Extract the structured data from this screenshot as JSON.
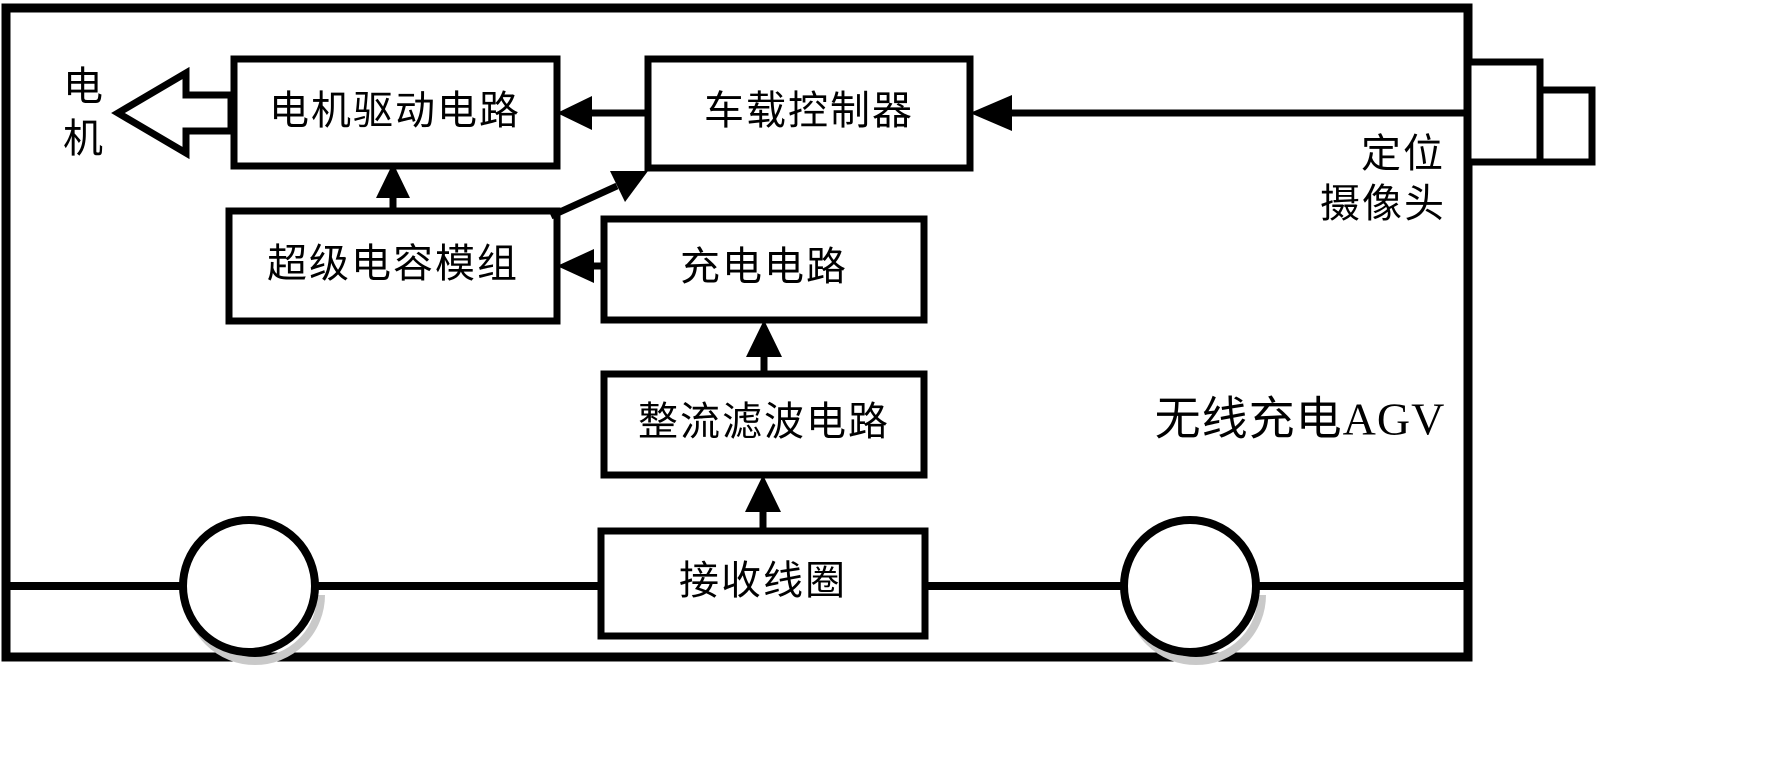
{
  "diagram": {
    "title": "无线充电AGV",
    "vehicle_label": "无线充电AGV",
    "blocks": [
      {
        "id": "motor-drive-circuit",
        "label": "电机驱动电路"
      },
      {
        "id": "onboard-controller",
        "label": "车载控制器"
      },
      {
        "id": "supercapacitor-module",
        "label": "超级电容模组"
      },
      {
        "id": "charging-circuit",
        "label": "充电电路"
      },
      {
        "id": "rectifier-filter-circuit",
        "label": "整流滤波电路"
      },
      {
        "id": "receiving-coil",
        "label": "接收线圈"
      }
    ],
    "external_labels": {
      "motor": "电机",
      "motor_line1": "电",
      "motor_line2": "机",
      "camera": "定位摄像头",
      "camera_line1": "定位",
      "camera_line2": "摄像头"
    },
    "colors": {
      "stroke": "#000000",
      "fill": "#ffffff",
      "shadow": "#c9c9c9"
    }
  }
}
